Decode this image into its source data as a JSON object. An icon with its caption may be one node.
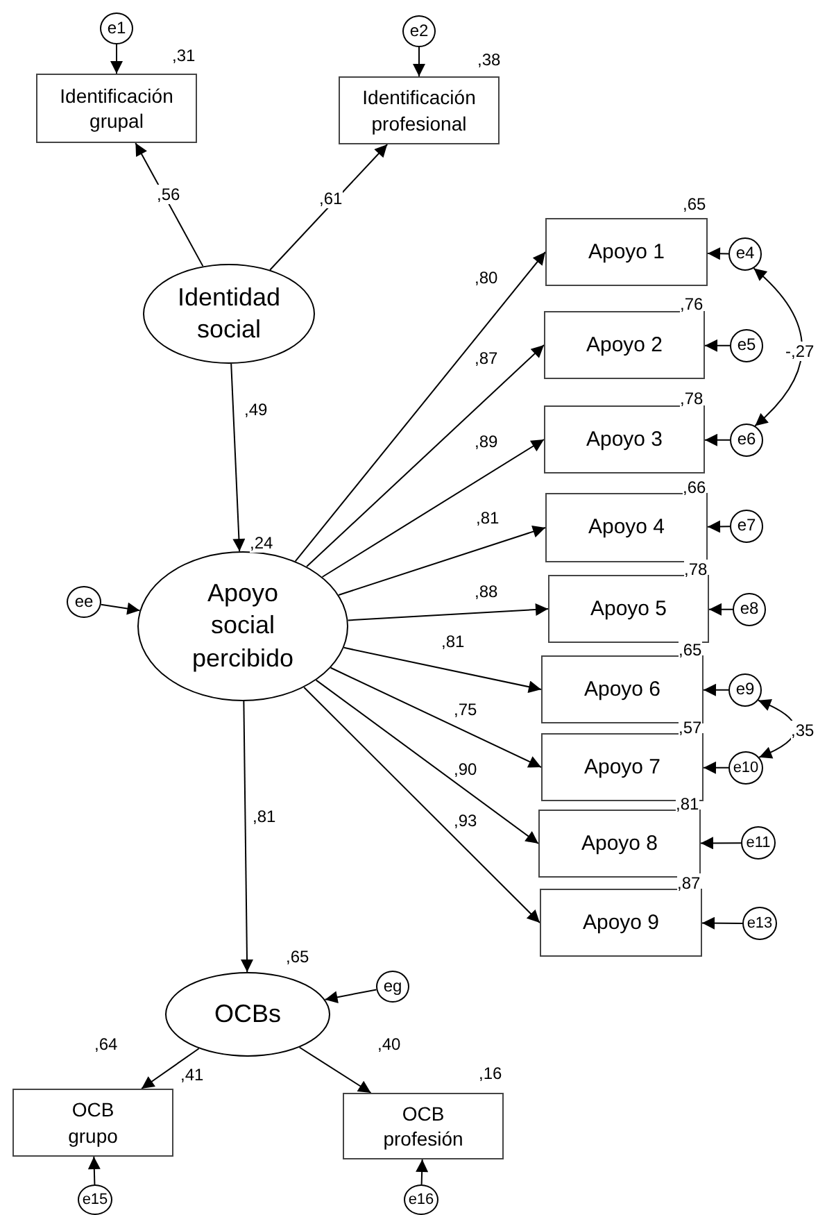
{
  "diagram": {
    "nodes": [
      {
        "text": [
          "e1"
        ]
      },
      {
        "text": [
          "Identificación grupal"
        ],
        "beside": [
          ",31"
        ]
      },
      {
        "text": [
          "e2"
        ]
      },
      {
        "text": [
          "Identificación profesional"
        ],
        "beside": [
          ",38"
        ]
      },
      {
        "text": [
          "Identidad social"
        ]
      },
      {
        "text": [
          "ee"
        ]
      },
      {
        "text": [
          "Apoyo social percibido"
        ],
        "beside": [
          ",24"
        ]
      },
      {
        "text": [
          "Apoyo 1"
        ],
        "beside": [
          ",65"
        ]
      },
      {
        "text": [
          "e4"
        ]
      },
      {
        "text": [
          "Apoyo 2"
        ],
        "beside": [
          ",76"
        ]
      },
      {
        "text": [
          "e5"
        ]
      },
      {
        "text": [
          "Apoyo 3"
        ],
        "beside": [
          ",78"
        ]
      },
      {
        "text": [
          "e6"
        ]
      },
      {
        "text": [
          "Apoyo 4"
        ],
        "beside": [
          ",66"
        ]
      },
      {
        "text": [
          "e7"
        ]
      },
      {
        "text": [
          "Apoyo 5"
        ],
        "beside": [
          ",78"
        ]
      },
      {
        "text": [
          "e8"
        ]
      },
      {
        "text": [
          "Apoyo 6"
        ],
        "beside": [
          ",65"
        ]
      },
      {
        "text": [
          "e9"
        ]
      },
      {
        "text": [
          "Apoyo 7"
        ],
        "beside": [
          ",57"
        ]
      },
      {
        "text": [
          "e10"
        ]
      },
      {
        "text": [
          "Apoyo 8"
        ],
        "beside": [
          ",81"
        ]
      },
      {
        "text": [
          "e11"
        ]
      },
      {
        "text": [
          "Apoyo 9"
        ],
        "beside": [
          ",87"
        ]
      },
      {
        "text": [
          "e13"
        ]
      },
      {
        "text": [
          "OCBs"
        ],
        "beside": [
          ",65"
        ]
      },
      {
        "text": [
          "eg"
        ]
      },
      {
        "text": [
          "OCB grupo"
        ],
        "beside": [
          ",41"
        ]
      },
      {
        "text": [
          "e15"
        ]
      },
      {
        "text": [
          "OCB profesión"
        ],
        "beside": [
          ",16"
        ]
      },
      {
        "text": [
          "e16"
        ]
      }
    ],
    "edges": [
      {
        "from": 0,
        "to": 1,
        "arrow": "to"
      },
      {
        "from": 2,
        "to": 3,
        "arrow": "to"
      },
      {
        "from": 4,
        "to": 1,
        "arrow": "to",
        "label": ",56"
      },
      {
        "from": 4,
        "to": 3,
        "arrow": "to",
        "label": ",61"
      },
      {
        "from": 4,
        "to": 6,
        "arrow": "to",
        "label": ",49"
      },
      {
        "from": 5,
        "to": 6,
        "arrow": "to"
      },
      {
        "from": 6,
        "to": 7,
        "arrow": "to",
        "label": ",80"
      },
      {
        "from": 6,
        "to": 9,
        "arrow": "to",
        "label": ",87"
      },
      {
        "from": 6,
        "to": 11,
        "arrow": "to",
        "label": ",89"
      },
      {
        "from": 6,
        "to": 13,
        "arrow": "to",
        "label": ",81"
      },
      {
        "from": 6,
        "to": 15,
        "arrow": "to",
        "label": ",88"
      },
      {
        "from": 6,
        "to": 17,
        "arrow": "to",
        "label": ",81"
      },
      {
        "from": 6,
        "to": 19,
        "arrow": "to",
        "label": ",75"
      },
      {
        "from": 6,
        "to": 21,
        "arrow": "to",
        "label": ",90"
      },
      {
        "from": 6,
        "to": 23,
        "arrow": "to",
        "label": ",93"
      },
      {
        "from": 8,
        "to": 7,
        "arrow": "to"
      },
      {
        "from": 10,
        "to": 9,
        "arrow": "to"
      },
      {
        "from": 12,
        "to": 11,
        "arrow": "to"
      },
      {
        "from": 14,
        "to": 13,
        "arrow": "to"
      },
      {
        "from": 16,
        "to": 15,
        "arrow": "to"
      },
      {
        "from": 18,
        "to": 17,
        "arrow": "to"
      },
      {
        "from": 20,
        "to": 19,
        "arrow": "to"
      },
      {
        "from": 22,
        "to": 21,
        "arrow": "to"
      },
      {
        "from": 24,
        "to": 23,
        "arrow": "to"
      },
      {
        "from": 8,
        "to": 12,
        "arrow": "both",
        "label": "-,27"
      },
      {
        "from": 18,
        "to": 20,
        "arrow": "both",
        "label": ",35"
      },
      {
        "from": 6,
        "to": 25,
        "arrow": "to",
        "label": ",81"
      },
      {
        "from": 26,
        "to": 25,
        "arrow": "to"
      },
      {
        "from": 25,
        "to": 27,
        "arrow": "to",
        "label": ",64"
      },
      {
        "from": 25,
        "to": 29,
        "arrow": "to",
        "label": ",40"
      },
      {
        "from": 28,
        "to": 27,
        "arrow": "to"
      },
      {
        "from": 30,
        "to": 29,
        "arrow": "to"
      }
    ]
  }
}
